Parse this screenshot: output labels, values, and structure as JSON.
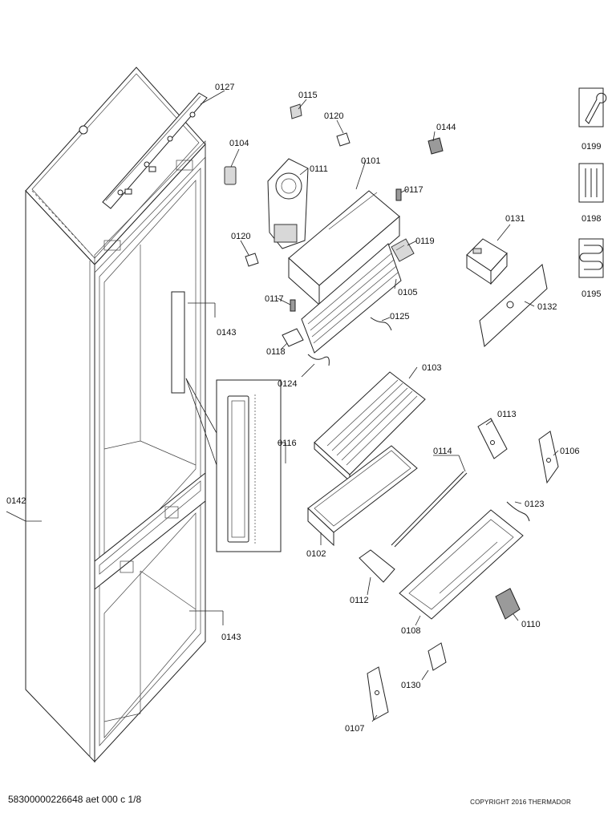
{
  "parts": {
    "p0101": "0101",
    "p0102": "0102",
    "p0103": "0103",
    "p0104": "0104",
    "p0105": "0105",
    "p0106": "0106",
    "p0107": "0107",
    "p0108": "0108",
    "p0110": "0110",
    "p0111": "0111",
    "p0112": "0112",
    "p0113": "0113",
    "p0114": "0114",
    "p0115": "0115",
    "p0116": "0116",
    "p0117": "0117",
    "p0118": "0118",
    "p0119": "0119",
    "p0120": "0120",
    "p0123": "0123",
    "p0124": "0124",
    "p0125": "0125",
    "p0127": "0127",
    "p0130": "0130",
    "p0131": "0131",
    "p0132": "0132",
    "p0142": "0142",
    "p0143": "0143",
    "p0144": "0144"
  },
  "legend": {
    "tools": "0199",
    "screws": "0198",
    "coil": "0195"
  },
  "icons": [
    "wrench-icon",
    "screws-icon",
    "refrigerant-coil-icon"
  ],
  "footer": {
    "document_id": "58300000226648 aet 000 c 1/8",
    "copyright": "COPYRIGHT   2016 THERMADOR"
  }
}
